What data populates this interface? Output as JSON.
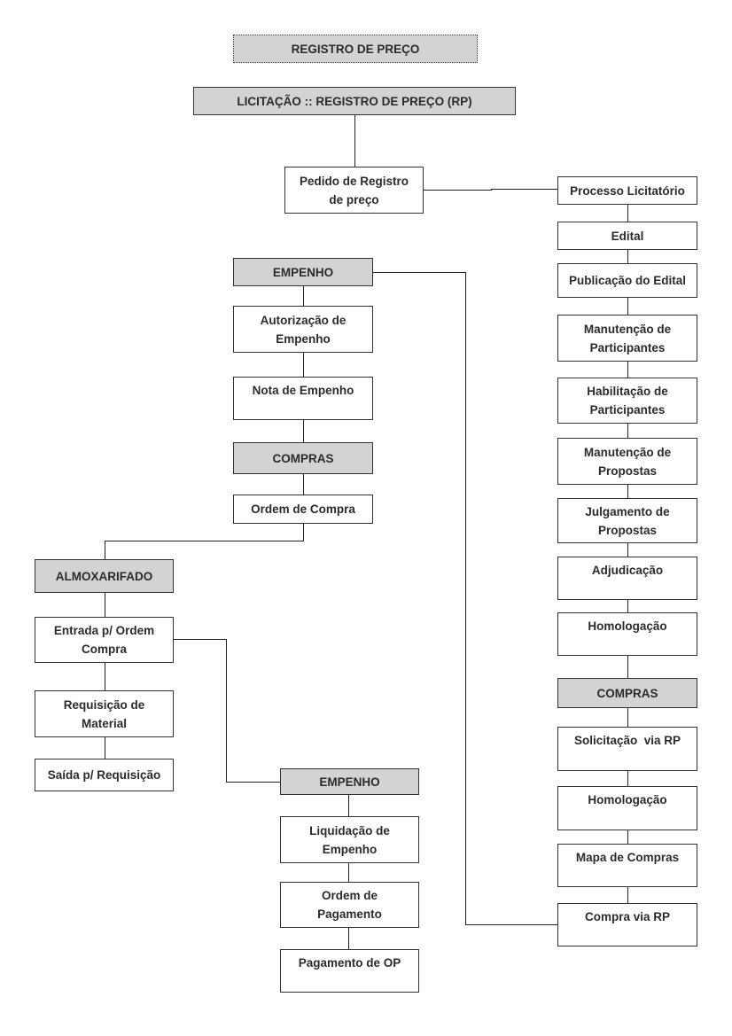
{
  "title": "REGISTRO DE PREÇO",
  "header": "LICITAÇÃO :: REGISTRO DE PREÇO (RP)",
  "pedido": "Pedido de Registro\nde preço",
  "right_column": {
    "processo": "Processo Licitatório",
    "edital": "Edital",
    "publicacao": "Publicação do Edital",
    "manutencao_participantes": "Manutenção de\nParticipantes",
    "habilitacao_participantes": "Habilitação de\nParticipantes",
    "manutencao_propostas": "Manutenção de\nPropostas",
    "julgamento_propostas": "Julgamento de\nPropostas",
    "adjudicacao": "Adjudicação",
    "homologacao": "Homologação",
    "compras_heading": "COMPRAS",
    "solicitacao": "Solicitação  via RP",
    "homologacao_2": "Homologação",
    "mapa_compras": "Mapa de Compras",
    "compra_via_rp": "Compra via RP"
  },
  "middle_column": {
    "empenho_heading": "EMPENHO",
    "autorizacao": "Autorização de\nEmpenho",
    "nota_empenho": "Nota de Empenho",
    "compras_heading": "COMPRAS",
    "ordem_compra": "Ordem de Compra"
  },
  "left_column": {
    "almoxarifado_heading": "ALMOXARIFADO",
    "entrada": "Entrada p/ Ordem\nCompra",
    "requisicao": "Requisição de\nMaterial",
    "saida": "Saída p/ Requisição"
  },
  "bottom_column": {
    "empenho_heading": "EMPENHO",
    "liquidacao": "Liquidação de\nEmpenho",
    "ordem_pagamento": "Ordem de\nPagamento",
    "pagamento_op": "Pagamento de OP"
  }
}
